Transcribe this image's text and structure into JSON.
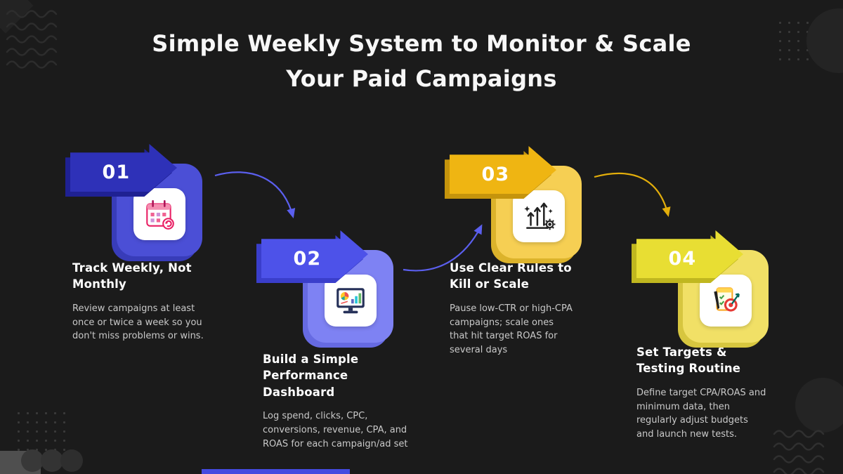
{
  "title": {
    "line1": "Simple Weekly System to Monitor & Scale",
    "line2": "Your Paid Campaigns"
  },
  "background": "#1b1b1b",
  "connectors": {
    "step1_to_2": "#5b5fee",
    "step2_to_3": "#5b5fee",
    "step3_to_4": "#e3ae0b"
  },
  "steps": [
    {
      "number": "01",
      "heading": "Track Weekly, Not Monthly",
      "body": "Review campaigns at least once or twice a week so you don't miss problems or wins.",
      "icon": "calendar-icon",
      "colors": {
        "banner": "#2e31b8",
        "banner_shadow": "#1f2193",
        "card": "#4b4fd6",
        "card_shadow": "#383cb9"
      }
    },
    {
      "number": "02",
      "heading": "Build a Simple Performance Dashboard",
      "body": "Log spend, clicks, CPC, conversions, revenue, CPA, and ROAS for each campaign/ad set",
      "icon": "dashboard-icon",
      "colors": {
        "banner": "#4d52e9",
        "banner_shadow": "#3a3ecb",
        "card": "#7e82f3",
        "card_shadow": "#666ae2"
      }
    },
    {
      "number": "03",
      "heading": "Use Clear Rules to Kill or Scale",
      "body": "Pause low-CTR or high-CPA campaigns; scale ones that hit target ROAS for several days",
      "icon": "growth-arrows-icon",
      "colors": {
        "banner": "#efb512",
        "banner_shadow": "#c5940c",
        "card": "#f6cf53",
        "card_shadow": "#dcb32b"
      }
    },
    {
      "number": "04",
      "heading": "Set Targets & Testing Routine",
      "body": "Define target CPA/ROAS and minimum data, then regularly adjust budgets and launch new tests.",
      "icon": "target-notepad-icon",
      "colors": {
        "banner": "#e8de33",
        "banner_shadow": "#c0b71f",
        "card": "#f1e066",
        "card_shadow": "#d7c63f"
      }
    }
  ]
}
